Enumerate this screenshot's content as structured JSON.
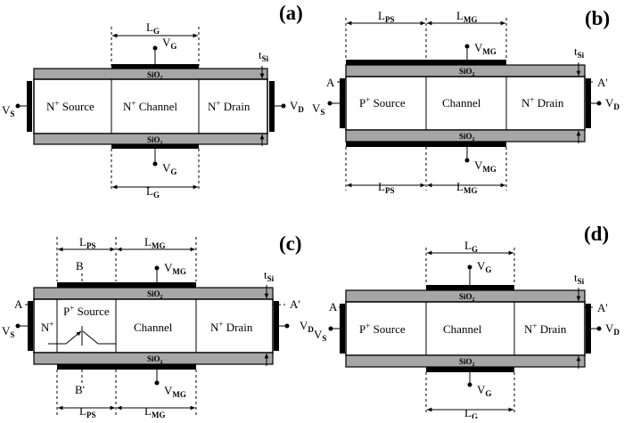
{
  "panels": {
    "a": {
      "tag": "(a)",
      "regions": [
        {
          "main": "N",
          "sup": "+",
          "rest": " Source"
        },
        {
          "main": "N",
          "sup": "+",
          "rest": " Channel"
        },
        {
          "main": "N",
          "sup": "+",
          "rest": " Drain"
        }
      ],
      "oxide_top": "SiO",
      "oxide_top_sub": "2",
      "oxide_bot": "SiO",
      "oxide_bot_sub": "2",
      "gate_top": {
        "main": "V",
        "sub": "G"
      },
      "gate_bot": {
        "main": "V",
        "sub": "G"
      },
      "source": {
        "main": "V",
        "sub": "S"
      },
      "drain": {
        "main": "V",
        "sub": "D"
      },
      "tsi": {
        "main": "t",
        "sub": "Si"
      },
      "dim_top": {
        "main": "L",
        "sub": "G"
      },
      "dim_bot": {
        "main": "L",
        "sub": "G"
      }
    },
    "b": {
      "tag": "(b)",
      "regions": [
        {
          "main": "P",
          "sup": "+",
          "rest": " Source"
        },
        {
          "main": "",
          "sup": "",
          "rest": "Channel"
        },
        {
          "main": "N",
          "sup": "+",
          "rest": " Drain"
        }
      ],
      "oxide_top": "SiO",
      "oxide_top_sub": "2",
      "oxide_bot": "SiO",
      "oxide_bot_sub": "2",
      "gate_top": {
        "main": "V",
        "sub": "MG"
      },
      "gate_bot": {
        "main": "V",
        "sub": "MG"
      },
      "source": {
        "main": "V",
        "sub": "S"
      },
      "drain": {
        "main": "V",
        "sub": "D"
      },
      "tsi": {
        "main": "t",
        "sub": "Si"
      },
      "cut_left": "A",
      "cut_right": "A'",
      "dim_top_ps": {
        "main": "L",
        "sub": "PS"
      },
      "dim_top_mg": {
        "main": "L",
        "sub": "MG"
      },
      "dim_bot_ps": {
        "main": "L",
        "sub": "PS"
      },
      "dim_bot_mg": {
        "main": "L",
        "sub": "MG"
      }
    },
    "c": {
      "tag": "(c)",
      "regions": [
        {
          "main": "N",
          "sup": "+",
          "rest": ""
        },
        {
          "main": "P",
          "sup": "+",
          "rest": " Source"
        },
        {
          "main": "",
          "sup": "",
          "rest": "Channel"
        },
        {
          "main": "N",
          "sup": "+",
          "rest": " Drain"
        }
      ],
      "oxide_top": "SiO",
      "oxide_top_sub": "2",
      "oxide_bot": "SiO",
      "oxide_bot_sub": "2",
      "gate_top": {
        "main": "V",
        "sub": "MG"
      },
      "gate_bot": {
        "main": "V",
        "sub": "MG"
      },
      "source": {
        "main": "V",
        "sub": "S"
      },
      "drain": {
        "main": "V",
        "sub": "D"
      },
      "tsi": {
        "main": "t",
        "sub": "Si"
      },
      "cut_left": "A",
      "cut_right": "A'",
      "cut_top": "B",
      "cut_bottom": "B'",
      "dim_top_ps": {
        "main": "L",
        "sub": "PS"
      },
      "dim_top_mg": {
        "main": "L",
        "sub": "MG"
      },
      "dim_bot_ps": {
        "main": "L",
        "sub": "PS"
      },
      "dim_bot_mg": {
        "main": "L",
        "sub": "MG"
      }
    },
    "d": {
      "tag": "(d)",
      "regions": [
        {
          "main": "P",
          "sup": "+",
          "rest": " Source"
        },
        {
          "main": "",
          "sup": "",
          "rest": "Channel"
        },
        {
          "main": "N",
          "sup": "+",
          "rest": " Drain"
        }
      ],
      "oxide_top": "SiO",
      "oxide_top_sub": "2",
      "oxide_bot": "SiO",
      "oxide_bot_sub": "2",
      "gate_top": {
        "main": "V",
        "sub": "G"
      },
      "gate_bot": {
        "main": "V",
        "sub": "G"
      },
      "source": {
        "main": "V",
        "sub": "S"
      },
      "drain": {
        "main": "V",
        "sub": "D"
      },
      "tsi": {
        "main": "t",
        "sub": "Si"
      },
      "cut_left": "A",
      "cut_right": "A'",
      "dim_top": {
        "main": "L",
        "sub": "G"
      },
      "dim_bot": {
        "main": "L",
        "sub": "G"
      }
    }
  }
}
